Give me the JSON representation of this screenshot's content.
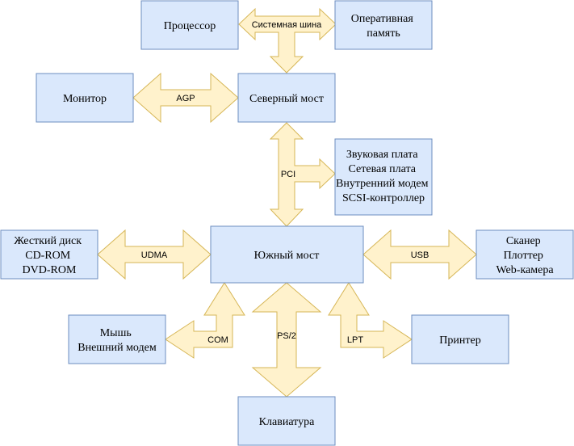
{
  "nodes": {
    "cpu": {
      "lines": [
        "Процессор"
      ]
    },
    "ram": {
      "lines": [
        "Оперативная",
        "память"
      ]
    },
    "monitor": {
      "lines": [
        "Монитор"
      ]
    },
    "northbridge": {
      "lines": [
        "Северный мост"
      ]
    },
    "pci_devices": {
      "lines": [
        "Звуковая плата",
        "Сетевая плата",
        "Внутренний модем",
        "SCSI-контроллер"
      ]
    },
    "storage": {
      "lines": [
        "Жесткий диск",
        "CD-ROM",
        "DVD-ROM"
      ]
    },
    "southbridge": {
      "lines": [
        "Южный мост"
      ]
    },
    "usb_devices": {
      "lines": [
        "Сканер",
        "Плоттер",
        "Web-камера"
      ]
    },
    "com_devices": {
      "lines": [
        "Мышь",
        "Внешний модем"
      ]
    },
    "printer": {
      "lines": [
        "Принтер"
      ]
    },
    "keyboard": {
      "lines": [
        "Клавиатура"
      ]
    }
  },
  "edges": {
    "system_bus": "Системная шина",
    "agp": "AGP",
    "pci": "PCI",
    "udma": "UDMA",
    "usb": "USB",
    "com": "COM",
    "ps2": "PS/2",
    "lpt": "LPT"
  },
  "colors": {
    "node_fill": "#dae8fc",
    "node_stroke": "#6c8ebf",
    "arrow_fill": "#fff2cc",
    "arrow_stroke": "#d6b656"
  }
}
